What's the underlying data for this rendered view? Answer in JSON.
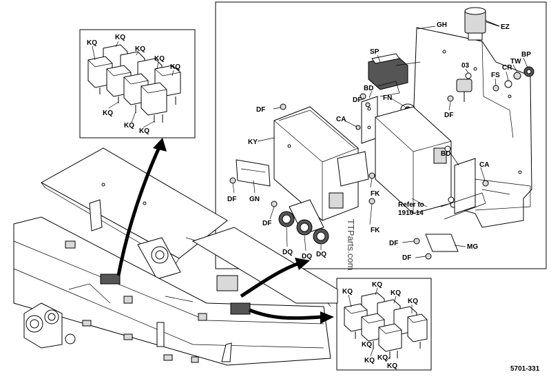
{
  "figure_number": "5701-331",
  "watermark": "TTParts.com",
  "relay_inset_top": {
    "labels": [
      "KQ",
      "KQ",
      "KQ",
      "KQ",
      "KQ",
      "KQ",
      "KQ",
      "KQ"
    ]
  },
  "relay_inset_bottom": {
    "labels": [
      "KQ",
      "KQ",
      "KQ",
      "KQ",
      "KQ",
      "KQ",
      "KQ",
      "KQ"
    ]
  },
  "detail_labels": {
    "ez": "EZ",
    "gh": "GH",
    "sp": "SP",
    "bp": "BP",
    "tw": "TW",
    "cr": "CR",
    "fs": "FS",
    "n03": "03",
    "bd_top": "BD",
    "fn": "FN",
    "df_1": "DF",
    "df_2": "DF",
    "df_3": "DF",
    "ca_1": "CA",
    "ky": "KY",
    "bd_mid": "BD",
    "ca_2": "CA",
    "df_4": "DF",
    "gn": "GN",
    "fk_1": "FK",
    "df_5": "DF",
    "fk_2": "FK",
    "refer_1": "Refer to",
    "refer_2": "1910-14",
    "dq_1": "DQ",
    "dq_2": "DQ",
    "dq_3": "DQ",
    "df_6": "DF",
    "mg": "MG",
    "df_7": "DF"
  }
}
